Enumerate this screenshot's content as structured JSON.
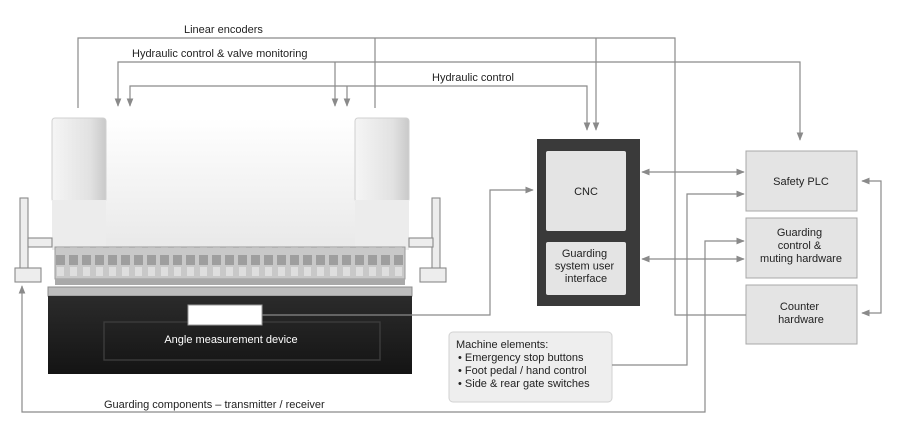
{
  "labels": {
    "linear_encoders": "Linear encoders",
    "hydraulic_valve": "Hydraulic control & valve monitoring",
    "hydraulic_control": "Hydraulic control",
    "cnc": "CNC",
    "guarding_ui": [
      "Guarding",
      "system user",
      "interface"
    ],
    "safety_plc": "Safety PLC",
    "guarding_control": [
      "Guarding",
      "control &",
      "muting hardware"
    ],
    "counter": [
      "Counter",
      "hardware"
    ],
    "machine_elements_title": "Machine elements:",
    "machine_elements": [
      "• Emergency stop buttons",
      "• Foot pedal / hand control",
      "• Side & rear gate switches"
    ],
    "angle_device": "Angle measurement device",
    "guarding_components": "Guarding components – transmitter / receiver"
  },
  "colors": {
    "wire": "#8a8a8a",
    "cnc_frame": "#3a3a3a",
    "box_fill": "#e4e4e4",
    "machine_base": "#1f1f1f",
    "machine_body": "#f2f2f2"
  }
}
